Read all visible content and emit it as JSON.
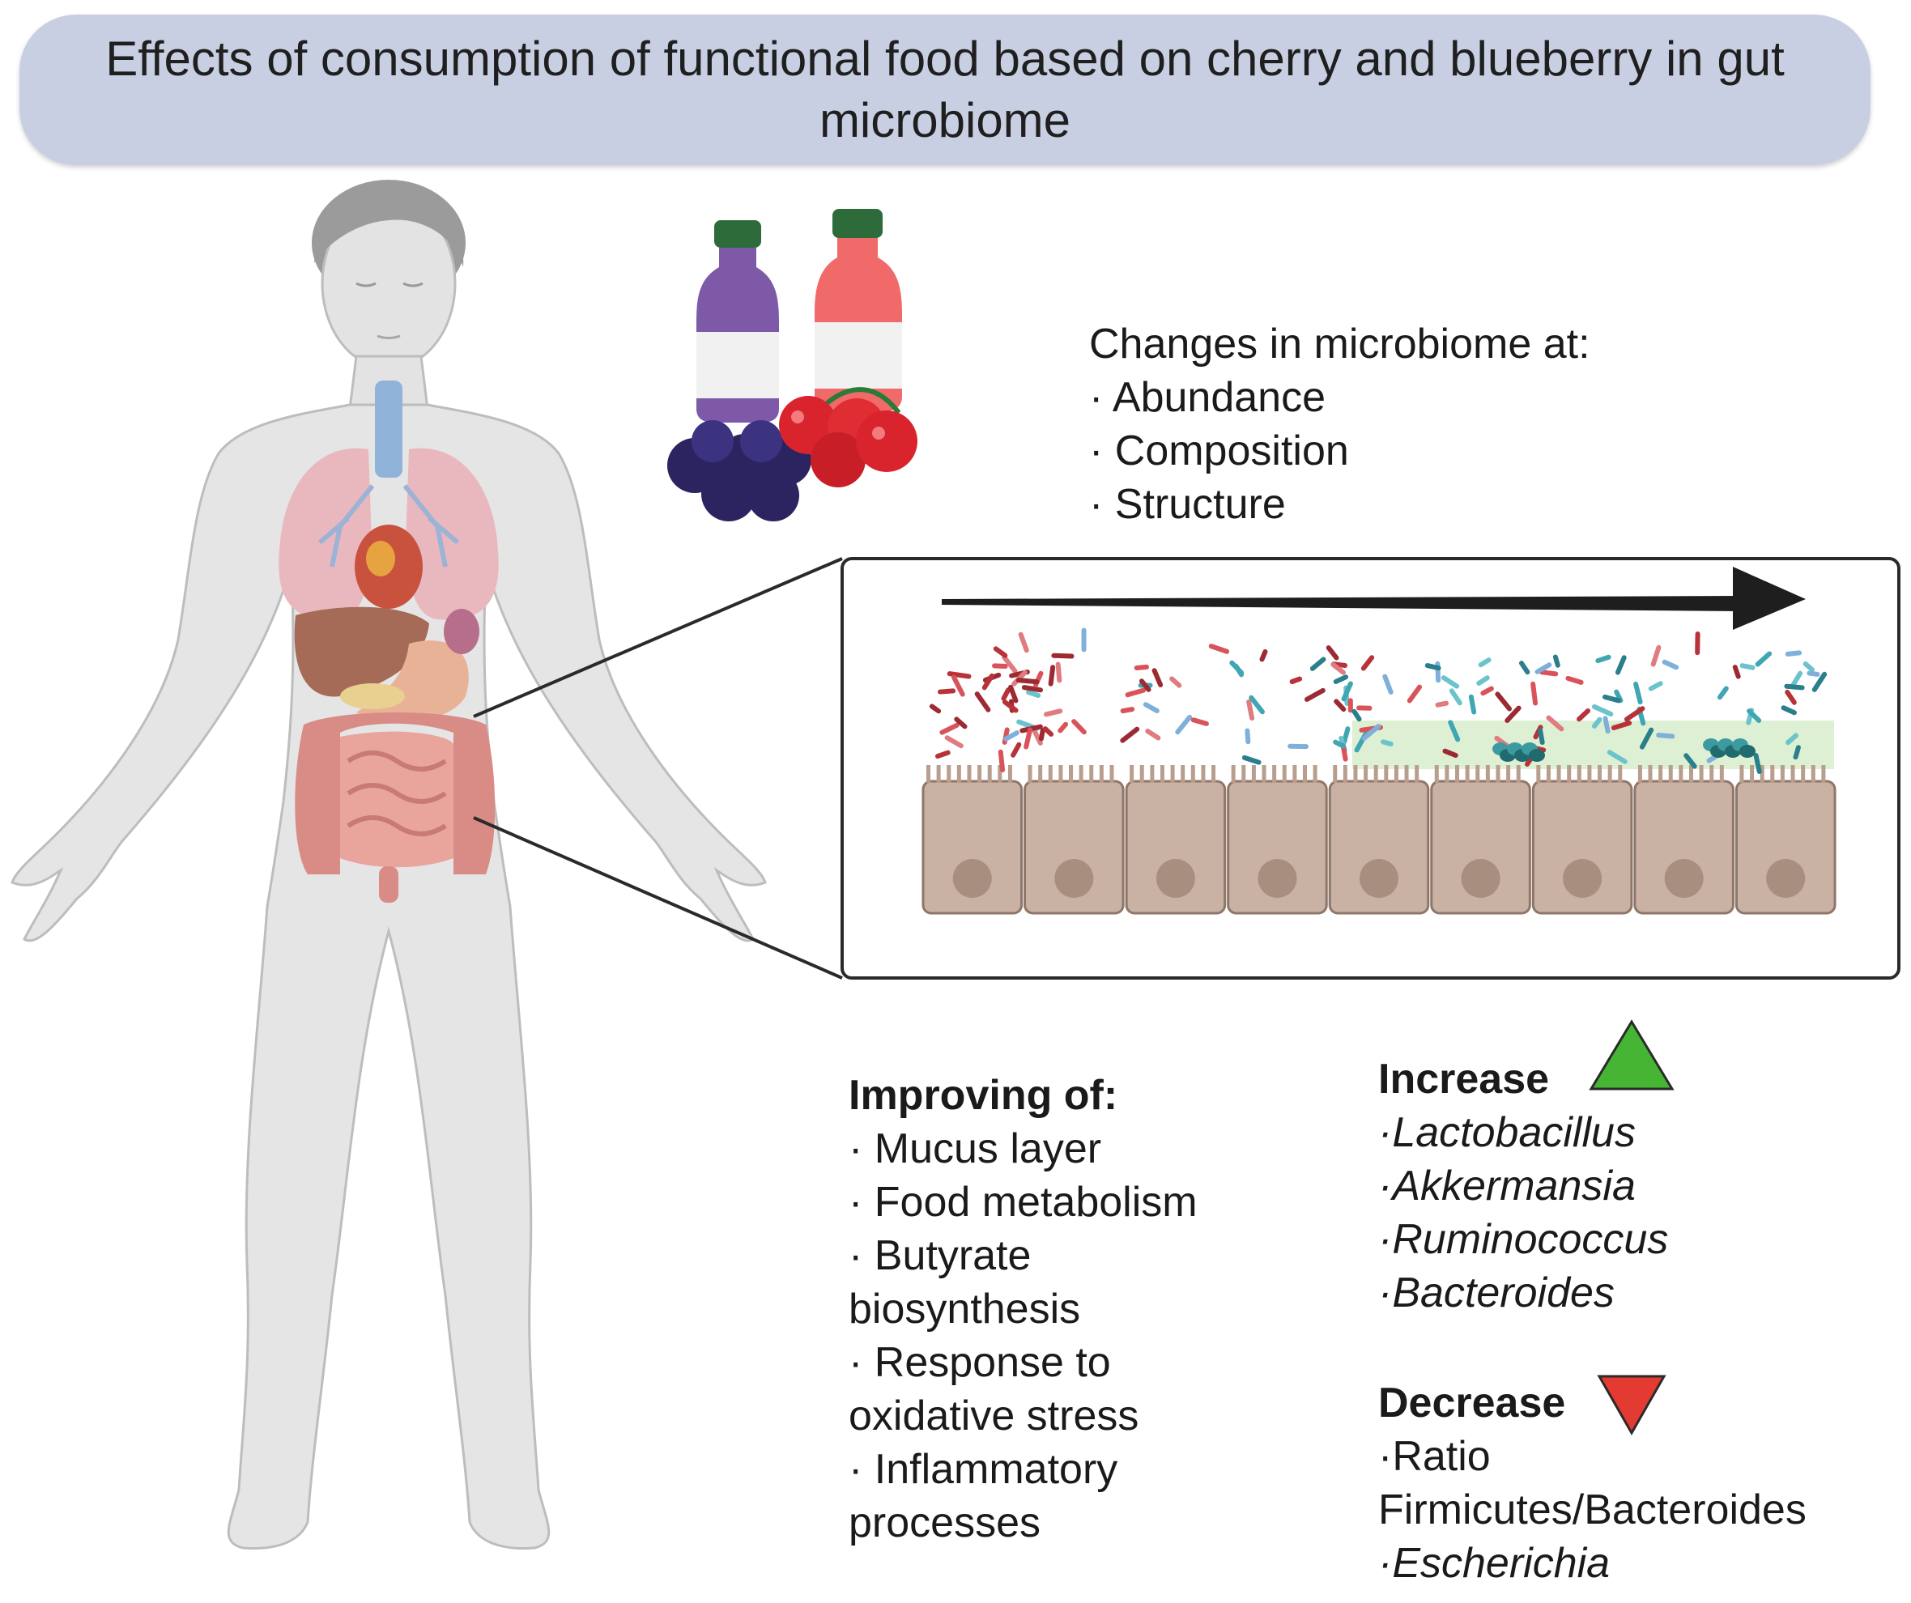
{
  "title": "Effects of consumption of functional food based on cherry and blueberry in gut microbiome",
  "microbiome_changes": {
    "heading": "Changes in microbiome at:",
    "items": [
      "· Abundance",
      "· Composition",
      "· Structure"
    ]
  },
  "improving": {
    "heading": "Improving of:",
    "lines": [
      "· Mucus layer",
      "· Food metabolism",
      "· Butyrate",
      "biosynthesis",
      "· Response to",
      "oxidative stress",
      "· Inflammatory",
      "processes"
    ]
  },
  "increase": {
    "heading": "Increase",
    "items": [
      "·Lactobacillus",
      "·Akkermansia",
      "·Ruminococcus",
      "·Bacteroides"
    ],
    "color": "#3fae2a"
  },
  "decrease": {
    "heading": "Decrease",
    "lines": [
      "·Ratio",
      "Firmicutes/Bacteroides"
    ],
    "italic_items": [
      "·Escherichia"
    ],
    "color": "#e0302b"
  },
  "icons": [
    "human-body-icon",
    "juice-bottle-icon",
    "blueberry-icon",
    "cherry-icon",
    "gut-epithelium-icon",
    "bacteria-icon",
    "increase-triangle-icon",
    "decrease-triangle-icon",
    "direction-arrow-icon"
  ]
}
